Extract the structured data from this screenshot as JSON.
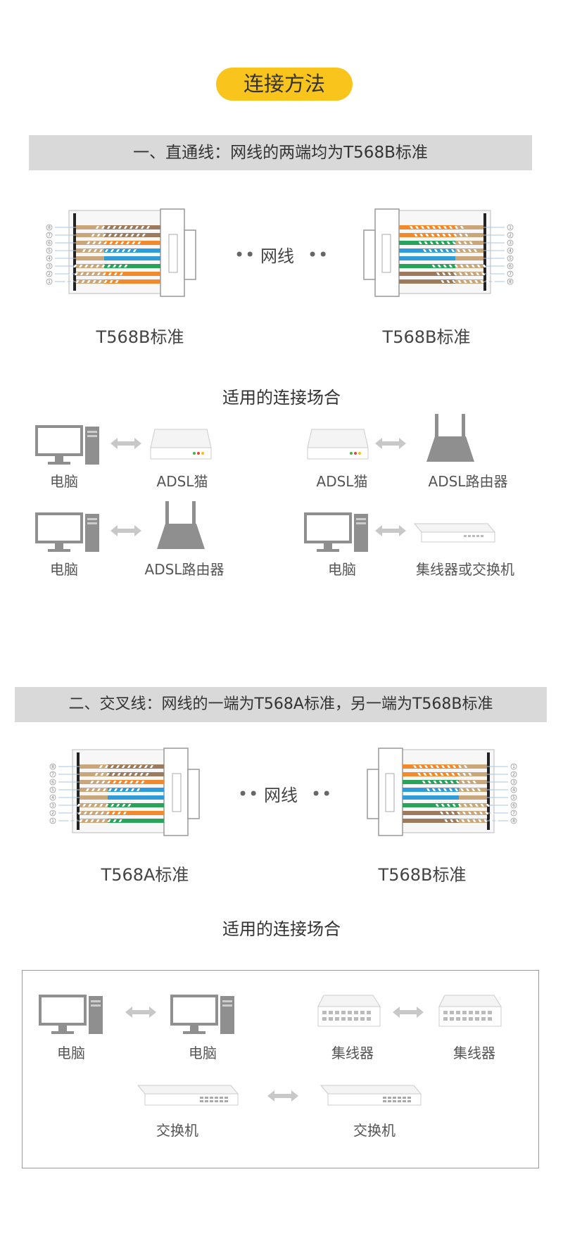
{
  "title": "连接方法",
  "section1": {
    "heading": "一、直通线：网线的两端均为T568B标准",
    "left_standard": "T568B标准",
    "right_standard": "T568B标准",
    "cable_label": "网线",
    "dots": "••",
    "scenario_title": "适用的连接场合",
    "pairs": [
      {
        "a": "电脑",
        "b": "ADSL猫"
      },
      {
        "a": "ADSL猫",
        "b": "ADSL路由器"
      },
      {
        "a": "电脑",
        "b": "ADSL路由器"
      },
      {
        "a": "电脑",
        "b": "集线器或交换机"
      }
    ]
  },
  "section2": {
    "heading": "二、交叉线：网线的一端为T568A标准，另一端为T568B标准",
    "left_standard": "T568A标准",
    "right_standard": "T568B标准",
    "cable_label": "网线",
    "dots": "••",
    "scenario_title": "适用的连接场合",
    "pairs": [
      {
        "a": "电脑",
        "b": "电脑"
      },
      {
        "a": "集线器",
        "b": "集线器"
      },
      {
        "a": "交换机",
        "b": "交换机"
      }
    ]
  },
  "pin_numbers": [
    "1",
    "2",
    "3",
    "4",
    "5",
    "6",
    "7",
    "8"
  ],
  "colors": {
    "accent": "#f9c41c",
    "banner": "#d9d9d9",
    "orange": "#f08a2c",
    "green": "#2aa35a",
    "blue": "#2f9bd8",
    "brown": "#9c7a5e",
    "tan": "#c9a77a",
    "device_gray": "#8f8f8f"
  },
  "icons": [
    "computer-icon",
    "modem-icon",
    "router-icon",
    "switch-icon",
    "hub-icon",
    "double-arrow-icon",
    "rj45-connector-icon"
  ]
}
